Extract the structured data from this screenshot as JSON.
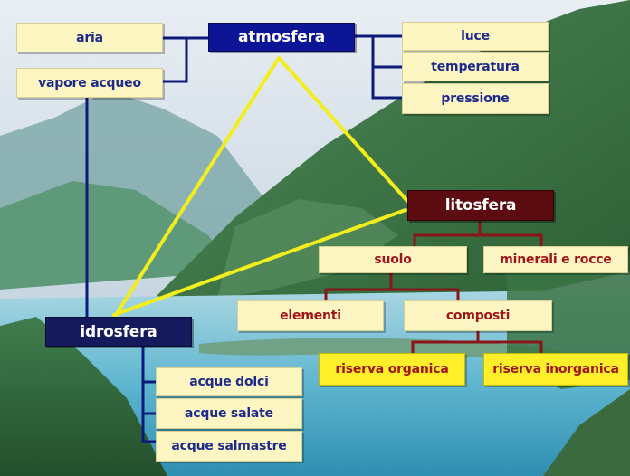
{
  "atmosfera": {
    "label": "atmosfera",
    "children": [
      "aria",
      "vapore acqueo"
    ],
    "properties": [
      "luce",
      "temperatura",
      "pressione"
    ]
  },
  "litosfera": {
    "label": "litosfera",
    "children": [
      "suolo",
      "minerali e rocce"
    ],
    "suolo_children": [
      "elementi",
      "composti"
    ],
    "composti_children": [
      "riserva organica",
      "riserva inorganica"
    ]
  },
  "idrosfera": {
    "label": "idrosfera",
    "children": [
      "acque dolci",
      "acque salate",
      "acque salmastre"
    ]
  },
  "colors": {
    "atmosfera_box": "#0c1596",
    "idrosfera_box": "#141a5c",
    "litosfera_box": "#5c0c10",
    "label_box": "#fdf6c2",
    "highlight_box": "#ffef2a",
    "navy_connector": "#0c1a7a",
    "maroon_connector": "#8a1418",
    "triangle_line": "#f2ee1e"
  }
}
